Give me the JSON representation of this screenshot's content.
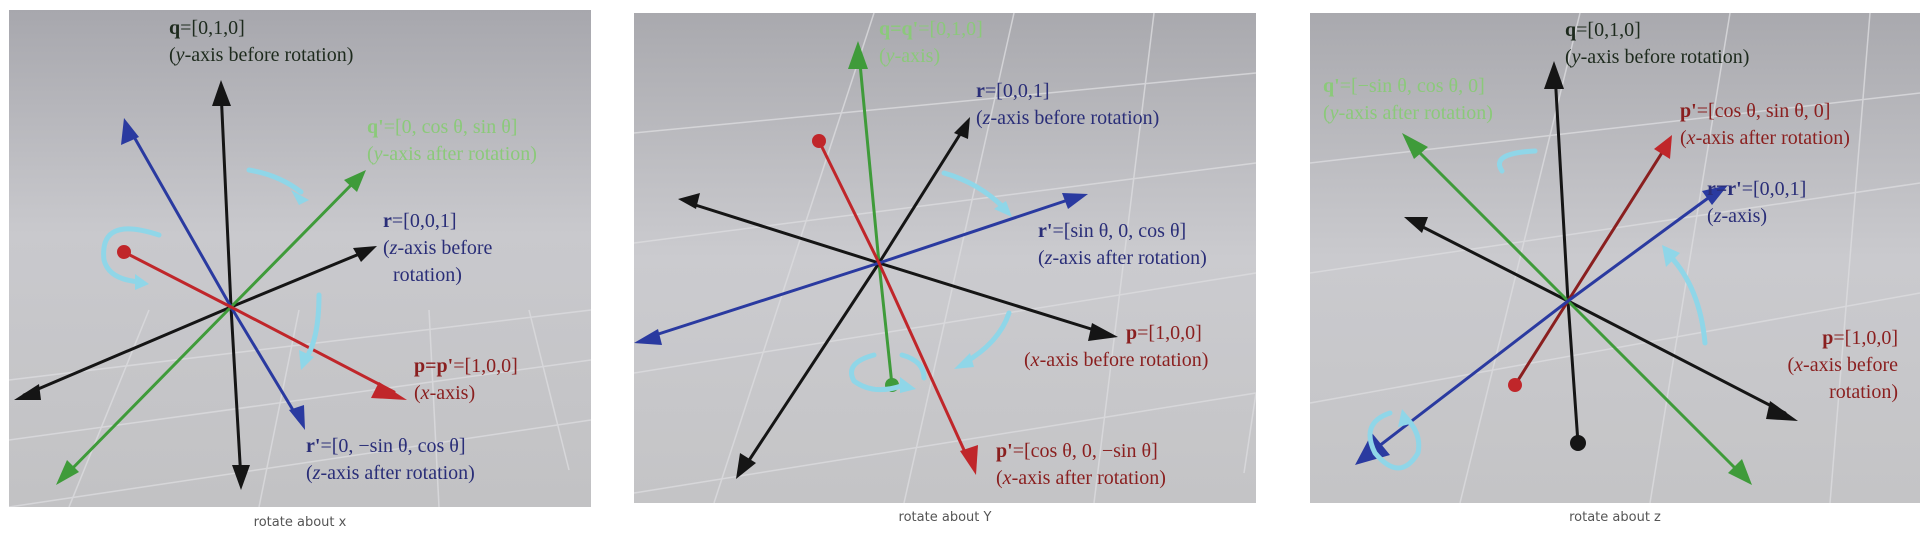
{
  "colors": {
    "x_axis": "#c0262a",
    "y_axis": "#3f9b3a",
    "z_axis": "#2a3aa0",
    "original_axis": "#151515",
    "rotation_arrow": "#8fd6e8",
    "label_red": "#8a1f1f",
    "label_green": "#8bc97a",
    "label_blue": "#2a2e78",
    "label_dark": "#1d2a1d"
  },
  "panels": [
    {
      "caption": "rotate about x",
      "labels": [
        {
          "id": "q",
          "line1_bold": "q",
          "line1": "=[0,1,0]",
          "line2_pre": "(",
          "line2_it": "y",
          "line2": "-axis before rotation)"
        },
        {
          "id": "qp",
          "line1_bold": "q'",
          "line1": "=[0, cos θ, sin θ]",
          "line2_pre": "(",
          "line2_it": "y",
          "line2": "-axis after rotation)"
        },
        {
          "id": "r",
          "line1_bold": "r",
          "line1": "=[0,0,1]",
          "line2_pre": "(",
          "line2_it": "z",
          "line2": "-axis before",
          "line3": "rotation)"
        },
        {
          "id": "p",
          "line1_bold": "p=p'",
          "line1": "=[1,0,0]",
          "line2_pre": "(",
          "line2_it": "x",
          "line2": "-axis)"
        },
        {
          "id": "rp",
          "line1_bold": "r'",
          "line1": "=[0, −sin θ, cos θ]",
          "line2_pre": "(",
          "line2_it": "z",
          "line2": "-axis after rotation)"
        }
      ]
    },
    {
      "caption": "rotate about Y",
      "labels": [
        {
          "id": "q",
          "line1_bold": "q=q'",
          "line1": "=[0,1,0]",
          "line2_pre": "(",
          "line2_it": "y",
          "line2": "-axis)"
        },
        {
          "id": "r",
          "line1_bold": "r",
          "line1": "=[0,0,1]",
          "line2_pre": "(",
          "line2_it": "z",
          "line2": "-axis before rotation)"
        },
        {
          "id": "rp",
          "line1_bold": "r'",
          "line1": "=[sin θ, 0, cos θ]",
          "line2_pre": "(",
          "line2_it": "z",
          "line2": "-axis after rotation)"
        },
        {
          "id": "p",
          "line1_bold": "p",
          "line1": "=[1,0,0]",
          "line2_pre": "(",
          "line2_it": "x",
          "line2": "-axis before rotation)"
        },
        {
          "id": "pp",
          "line1_bold": "p'",
          "line1": "=[cos θ, 0, −sin θ]",
          "line2_pre": "(",
          "line2_it": "x",
          "line2": "-axis after rotation)"
        }
      ]
    },
    {
      "caption": "rotate about z",
      "labels": [
        {
          "id": "q",
          "line1_bold": "q",
          "line1": "=[0,1,0]",
          "line2_pre": "(",
          "line2_it": "y",
          "line2": "-axis before rotation)"
        },
        {
          "id": "qp",
          "line1_bold": "q'",
          "line1": "=[−sin θ, cos θ, 0]",
          "line2_pre": "(",
          "line2_it": "y",
          "line2": "-axis after rotation)"
        },
        {
          "id": "pp",
          "line1_bold": "p'",
          "line1": "=[cos θ, sin θ, 0]",
          "line2_pre": "(",
          "line2_it": "x",
          "line2": "-axis after rotation)"
        },
        {
          "id": "r",
          "line1_bold": "r=r'",
          "line1": "=[0,0,1]",
          "line2_pre": "(",
          "line2_it": "z",
          "line2": "-axis)"
        },
        {
          "id": "p",
          "line1_bold": "p",
          "line1": "=[1,0,0]",
          "line2_pre": "(",
          "line2_it": "x",
          "line2": "-axis before",
          "line3": "rotation)"
        }
      ]
    }
  ]
}
